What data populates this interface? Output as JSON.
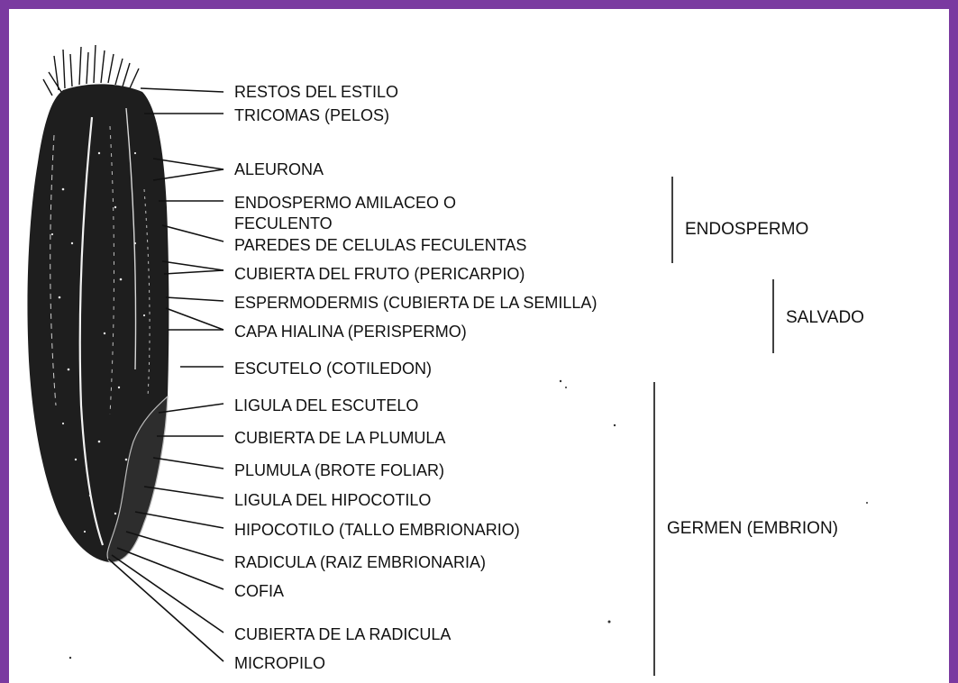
{
  "diagram": {
    "labels": [
      "RESTOS DEL ESTILO",
      "TRICOMAS  (PELOS)",
      "ALEURONA",
      "ENDOSPERMO AMILACEO O",
      "FECULENTO",
      "PAREDES DE CELULAS FECULENTAS",
      "CUBIERTA DEL FRUTO (PERICARPIO)",
      "ESPERMODERMIS (CUBIERTA DE LA SEMILLA)",
      "CAPA HIALINA (PERISPERMO)",
      "ESCUTELO (COTILEDON)",
      "LIGULA DEL ESCUTELO",
      "CUBIERTA DE LA PLUMULA",
      "PLUMULA (BROTE FOLIAR)",
      "LIGULA DEL HIPOCOTILO",
      "HIPOCOTILO (TALLO EMBRIONARIO)",
      "RADICULA (RAIZ EMBRIONARIA)",
      "COFIA",
      "CUBIERTA DE LA RADICULA",
      "MICROPILO"
    ],
    "groups": {
      "endosperm": "ENDOSPERMO",
      "bran": "SALVADO",
      "germ": "GERMEN (EMBRION)"
    }
  },
  "colors": {
    "border": "#7a3aa0",
    "ink": "#111111",
    "background": "#ffffff"
  }
}
